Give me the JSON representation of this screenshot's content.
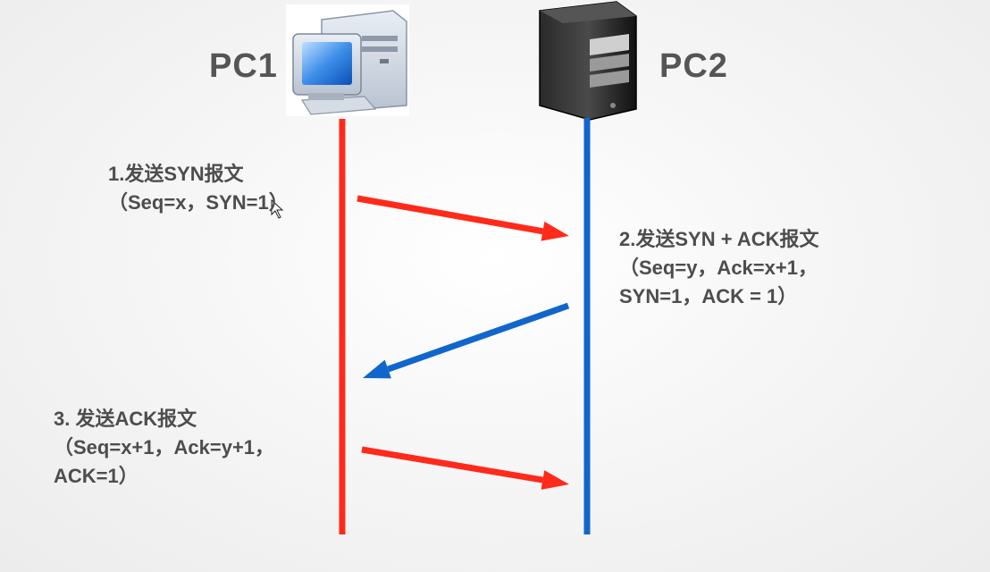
{
  "hosts": {
    "left": {
      "label": "PC1",
      "icon": "desktop-computer-icon",
      "color": "#ff2a1a"
    },
    "right": {
      "label": "PC2",
      "icon": "server-tower-icon",
      "color": "#1166cc"
    }
  },
  "messages": [
    {
      "step": "1.发送SYN报文",
      "detail": [
        "（Seq=x，SYN=1）"
      ],
      "direction": "PC1 → PC2",
      "color": "#ff2a1a"
    },
    {
      "step": "2.发送SYN + ACK报文",
      "detail": [
        "（Seq=y，Ack=x+1，",
        "SYN=1，ACK = 1）"
      ],
      "direction": "PC2 → PC1",
      "color": "#1166cc"
    },
    {
      "step": "3. 发送ACK报文",
      "detail": [
        "（Seq=x+1，Ack=y+1，",
        "ACK=1）"
      ],
      "direction": "PC1 → PC2",
      "color": "#ff2a1a"
    }
  ]
}
